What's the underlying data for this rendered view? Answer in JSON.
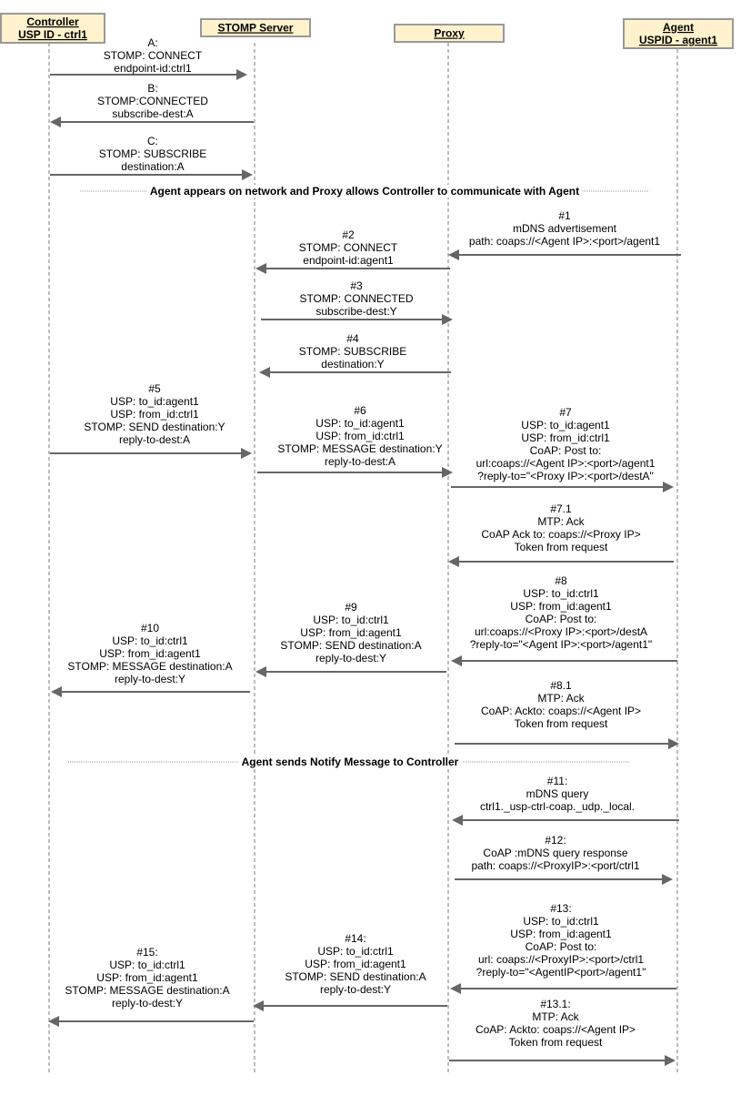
{
  "participants": [
    {
      "id": "controller",
      "lines": [
        "Controller",
        "USP ID - ctrl1"
      ]
    },
    {
      "id": "stomp",
      "lines": [
        "STOMP Server"
      ]
    },
    {
      "id": "proxy",
      "lines": [
        "Proxy"
      ]
    },
    {
      "id": "agent",
      "lines": [
        "Agent",
        "USPID - agent1"
      ]
    }
  ],
  "separators": [
    {
      "text": "Agent appears on network and Proxy allows Controller to communicate with Agent"
    },
    {
      "text": "Agent sends Notify Message to Controller"
    }
  ],
  "messages": [
    {
      "id": "A",
      "from": "controller",
      "to": "stomp",
      "lines": [
        "A:",
        "STOMP: CONNECT",
        "endpoint-id:ctrl1"
      ]
    },
    {
      "id": "B",
      "from": "stomp",
      "to": "controller",
      "lines": [
        "B:",
        "STOMP:CONNECTED",
        "subscribe-dest:A"
      ]
    },
    {
      "id": "C",
      "from": "controller",
      "to": "stomp",
      "lines": [
        "C:",
        "STOMP: SUBSCRIBE",
        "destination:A"
      ]
    },
    {
      "id": "1",
      "from": "agent",
      "to": "proxy",
      "lines": [
        "#1",
        "mDNS advertisement",
        "path: coaps://<Agent IP>:<port>/agent1"
      ]
    },
    {
      "id": "2",
      "from": "proxy",
      "to": "stomp",
      "lines": [
        "#2",
        "STOMP: CONNECT",
        "endpoint-id:agent1"
      ]
    },
    {
      "id": "3",
      "from": "stomp",
      "to": "proxy",
      "lines": [
        "#3",
        "STOMP: CONNECTED",
        "subscribe-dest:Y"
      ]
    },
    {
      "id": "4",
      "from": "proxy",
      "to": "stomp",
      "lines": [
        "#4",
        "STOMP: SUBSCRIBE",
        "destination:Y"
      ]
    },
    {
      "id": "5",
      "from": "controller",
      "to": "stomp",
      "lines": [
        "#5",
        "USP: to_id:agent1",
        "USP: from_id:ctrl1",
        "STOMP: SEND destination:Y",
        "reply-to-dest:A"
      ]
    },
    {
      "id": "6",
      "from": "stomp",
      "to": "proxy",
      "lines": [
        "#6",
        "USP: to_id:agent1",
        "USP: from_id:ctrl1",
        "STOMP: MESSAGE destination:Y",
        "reply-to-dest:A"
      ]
    },
    {
      "id": "7",
      "from": "proxy",
      "to": "agent",
      "lines": [
        "#7",
        "USP: to_id:agent1",
        "USP: from_id:ctrl1",
        "CoAP: Post to:",
        "url:coaps://<Agent IP>:<port>/agent1",
        "?reply-to=\"<Proxy IP>:<port>/destA\""
      ]
    },
    {
      "id": "7.1",
      "from": "agent",
      "to": "proxy",
      "lines": [
        "#7.1",
        "MTP: Ack",
        "CoAP Ack to: coaps://<Proxy IP>",
        "Token from request"
      ]
    },
    {
      "id": "8",
      "from": "agent",
      "to": "proxy",
      "lines": [
        "#8",
        "USP: to_id:ctrl1",
        "USP: from_id:agent1",
        "CoAP: Post to:",
        "url:coaps://<Proxy IP>:<port>/destA",
        "?reply-to=\"<Agent IP>:<port>/agent1\""
      ]
    },
    {
      "id": "9",
      "from": "proxy",
      "to": "stomp",
      "lines": [
        "#9",
        "USP: to_id:ctrl1",
        "USP: from_id:agent1",
        "STOMP: SEND  destination:A",
        "reply-to-dest:Y"
      ]
    },
    {
      "id": "10",
      "from": "stomp",
      "to": "controller",
      "lines": [
        "#10",
        "USP: to_id:ctrl1",
        "USP: from_id:agent1",
        "STOMP: MESSAGE destination:A",
        "reply-to-dest:Y"
      ]
    },
    {
      "id": "8.1",
      "from": "proxy",
      "to": "agent",
      "lines": [
        "#8.1",
        "MTP: Ack",
        "CoAP: Ackto: coaps://<Agent IP>",
        "Token from request"
      ]
    },
    {
      "id": "11",
      "from": "agent",
      "to": "proxy",
      "lines": [
        "#11:",
        "mDNS query",
        "ctrl1._usp-ctrl-coap._udp._local."
      ]
    },
    {
      "id": "12",
      "from": "proxy",
      "to": "agent",
      "lines": [
        "#12:",
        "CoAP :mDNS query response",
        "path: coaps://<ProxyIP>:<port/ctrl1"
      ]
    },
    {
      "id": "13",
      "from": "agent",
      "to": "proxy",
      "lines": [
        "#13:",
        "USP: to_id:ctrl1",
        "USP: from_id:agent1",
        "CoAP: Post to:",
        "url: coaps://<ProxyIP>:<port>/ctrl1",
        "?reply-to=\"<AgentIP<port>/agent1\""
      ]
    },
    {
      "id": "14",
      "from": "proxy",
      "to": "stomp",
      "lines": [
        "#14:",
        "USP: to_id:ctrl1",
        "USP: from_id:agent1",
        "STOMP: SEND destination:A",
        "reply-to-dest:Y"
      ]
    },
    {
      "id": "15",
      "from": "stomp",
      "to": "controller",
      "lines": [
        "#15:",
        "USP: to_id:ctrl1",
        "USP: from_id:agent1",
        "STOMP: MESSAGE destination:A",
        "reply-to-dest:Y"
      ]
    },
    {
      "id": "13.1",
      "from": "proxy",
      "to": "agent",
      "lines": [
        "#13.1:",
        "MTP: Ack",
        "CoAP: Ackto: coaps://<Agent IP>",
        "Token from request"
      ]
    }
  ],
  "colors": {
    "participant_fill": "#fff2cc",
    "participant_border": "#999999",
    "lifeline": "#999999",
    "arrow": "#666666",
    "separator": "#999999",
    "text": "#000000"
  }
}
